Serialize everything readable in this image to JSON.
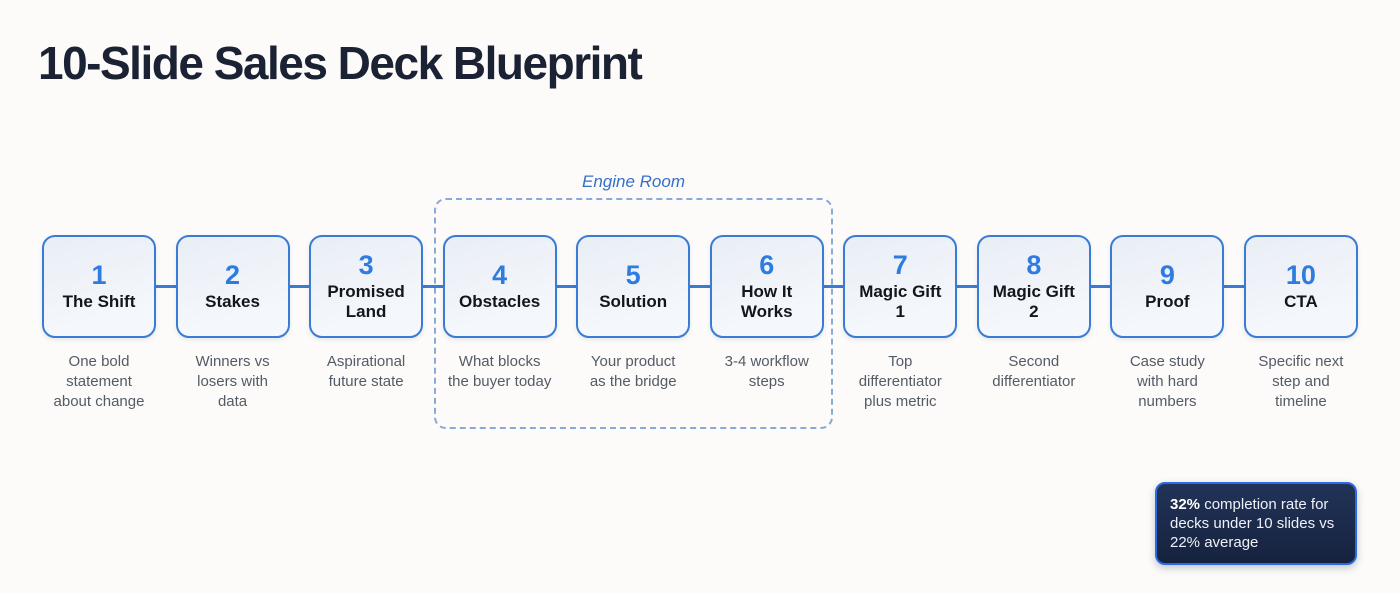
{
  "page": {
    "title": "10-Slide Sales Deck Blueprint"
  },
  "engine_room": {
    "label": "Engine Room"
  },
  "slides": [
    {
      "number": "1",
      "title": "The Shift",
      "description": "One bold statement about change"
    },
    {
      "number": "2",
      "title": "Stakes",
      "description": "Winners vs losers with data"
    },
    {
      "number": "3",
      "title": "Promised Land",
      "description": "Aspirational future state"
    },
    {
      "number": "4",
      "title": "Obstacles",
      "description": "What blocks the buyer today"
    },
    {
      "number": "5",
      "title": "Solution",
      "description": "Your product as the bridge"
    },
    {
      "number": "6",
      "title": "How It Works",
      "description": "3-4 workflow steps"
    },
    {
      "number": "7",
      "title": "Magic Gift 1",
      "description": "Top differentiator plus metric"
    },
    {
      "number": "8",
      "title": "Magic Gift 2",
      "description": "Second differentiator"
    },
    {
      "number": "9",
      "title": "Proof",
      "description": "Case study with hard numbers"
    },
    {
      "number": "10",
      "title": "CTA",
      "description": "Specific next step and timeline"
    }
  ],
  "stat_badge": {
    "highlight": "32%",
    "rest": " completion rate for decks under 10 slides vs 22% average"
  },
  "colors": {
    "accent_blue": "#3a7bd5",
    "number_blue": "#2e7ce0",
    "title_navy": "#1a2234",
    "description_gray": "#545b66",
    "engine_label_blue": "#3570c6",
    "engine_dash_blue": "#86abd8",
    "badge_background": "#16233f",
    "badge_border": "#2b6ae2",
    "page_background": "#fcfbf9"
  }
}
